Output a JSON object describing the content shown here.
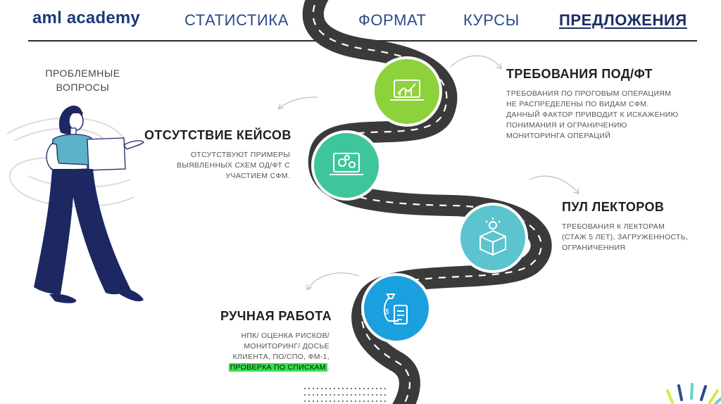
{
  "brand": {
    "name": "aml academy"
  },
  "nav": {
    "items": [
      "СТАТИСТИКА",
      "ФОРМАТ",
      "КУРСЫ",
      "ПРЕДЛОЖЕНИЯ"
    ],
    "active": "ПРЕДЛОЖЕНИЯ"
  },
  "left": {
    "problem_title": "ПРОБЛЕМНЫЕ ВОПРОСЫ"
  },
  "cards": {
    "requirements": {
      "title": "ТРЕБОВАНИЯ ПОД/ФТ",
      "text": "ТРЕБОВАНИЯ ПО ПРОГОВЫМ ОПЕРАЦИЯМ НЕ РАСПРЕДЕЛЕНЫ ПО ВИДАМ СФМ. ДАННЫЙ ФАКТОР ПРИВОДИТ К ИСКАЖЕНИЮ ПОНИМАНИЯ И ОГРАНИЧЕНИЮ МОНИТОРИНГА ОПЕРАЦИЙ",
      "icon": "laptop-chart-icon",
      "color": "#8dd13b"
    },
    "no_cases": {
      "title": "ОТСУТСТВИЕ КЕЙСОВ",
      "text": "ОТСУТСТВУЮТ ПРИМЕРЫ ВЫЯВЛЕННЫХ СХЕМ ОД/ФТ С УЧАСТИЕМ СФМ.",
      "icon": "laptop-gears-icon",
      "color": "#3fc59b"
    },
    "lecturers": {
      "title": "ПУЛ ЛЕКТОРОВ",
      "text": "ТРЕБОВАНИЯ К ЛЕКТОРАМ (СТАЖ 5 ЛЕТ), ЗАГРУЖЕННОСТЬ, ОГРАНИЧЕННИЯ",
      "icon": "idea-box-icon",
      "color": "#5cc4cf"
    },
    "manual": {
      "title": "РУЧНАЯ РАБОТА",
      "text": "НПК/ ОЦЕНКА РИСКОВ/ МОНИТОРИНГ/ ДОСЬЕ КЛИЕНТА, ПО/СПО, ФМ-1,",
      "highlight": "ПРОВЕРКА ПО СПИСКАМ",
      "highlight_suffix": ".",
      "icon": "money-bag-document-icon",
      "color": "#1aa0de"
    }
  },
  "colors": {
    "road": "#3a3a3a",
    "road_lines": "#ffffff",
    "brand": "#1f3a7a"
  }
}
